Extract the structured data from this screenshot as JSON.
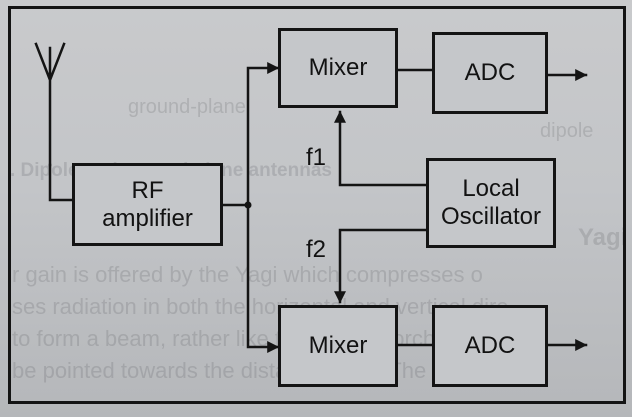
{
  "blocks": {
    "mixer_top": "Mixer",
    "adc_top": "ADC",
    "rf_amplifier": [
      "RF",
      "amplifier"
    ],
    "local_oscillator": [
      "Local",
      "Oscillator"
    ],
    "mixer_bottom": "Mixer",
    "adc_bottom": "ADC"
  },
  "signals": {
    "f1": "f1",
    "f2": "f2"
  },
  "background_text": [
    "ground-plane",
    "dipole",
    ". Dipole and ground plane antennas",
    "Yagi",
    "r gain is offered by the Yagi which compresses o",
    "ses radiation in both the horizontal and vertical dire",
    "to form a beam, rather like that from a torch. The Yag",
    "be pointed towards the distant station. The Yagi an"
  ],
  "colors": {
    "ink": "#141414",
    "paper": "#c5c7ca"
  }
}
